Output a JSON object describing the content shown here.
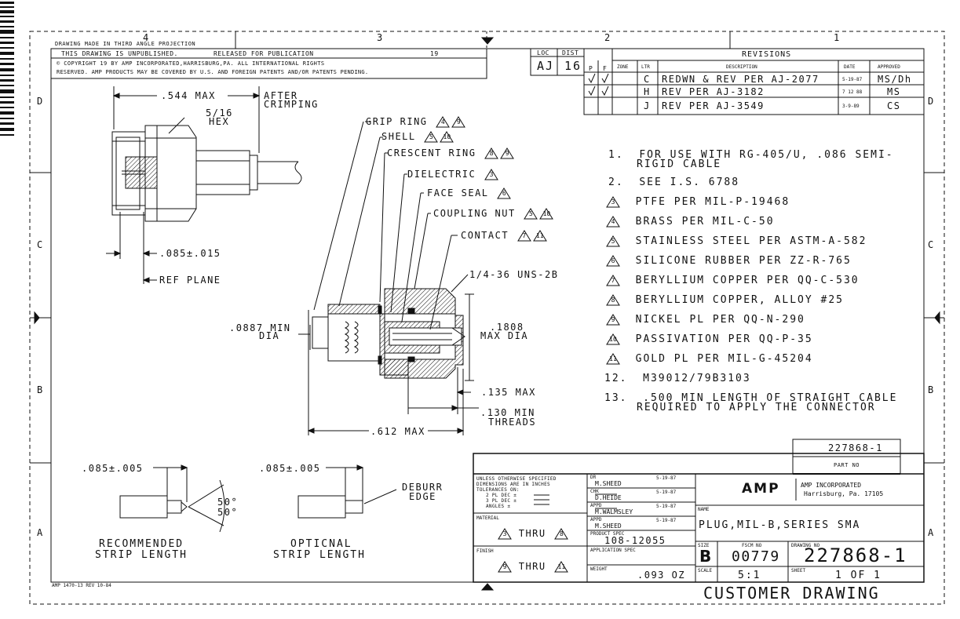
{
  "border": {
    "zones_top": [
      "4",
      "3",
      "2",
      "1"
    ],
    "zones_side": [
      "D",
      "C",
      "B",
      "A"
    ],
    "projection_note": "DRAWING MADE IN THIRD ANGLE PROJECTION",
    "form_no": "AMP 1470-13 REV 10-84"
  },
  "header": {
    "unpublished": "THIS DRAWING IS UNPUBLISHED.",
    "released": "RELEASED FOR PUBLICATION",
    "year_suffix": "19",
    "copyright_line1": "© COPYRIGHT 19      BY  AMP  INCORPORATED,HARRISBURG,PA.  ALL  INTERNATIONAL RIGHTS",
    "copyright_line2": "RESERVED. AMP PRODUCTS MAY BE COVERED BY  U.S. AND FOREIGN PATENTS AND/OR PATENTS PENDING."
  },
  "loc_dist": {
    "loc_label": "LOC",
    "loc": "AJ",
    "dist_label": "DIST",
    "dist": "16",
    "p": "P",
    "f": "F"
  },
  "revisions": {
    "title": "REVISIONS",
    "headers": [
      "ZONE",
      "LTR",
      "DESCRIPTION",
      "DATE",
      "APPROVED"
    ],
    "rows": [
      {
        "ltr": "C",
        "desc": "REDWN & REV PER AJ-2077",
        "date": "5-19-87",
        "appr": "MS/Dh"
      },
      {
        "ltr": "H",
        "desc": "REV PER AJ-3182",
        "date": "7 12 88",
        "appr": "MS"
      },
      {
        "ltr": "J",
        "desc": "REV PER AJ-3549",
        "date": "3-9-89",
        "appr": "CS"
      }
    ]
  },
  "callouts": {
    "max544": ".544 MAX",
    "after_crimping_1": "AFTER",
    "after_crimping_2": "CRIMPING",
    "hex_1": "5/16",
    "hex_2": "HEX",
    "dim085": ".085±.015",
    "ref_plane": "REF PLANE",
    "grip_ring": "GRIP RING",
    "shell": "SHELL",
    "crescent": "CRESCENT RING",
    "dielectric": "DIELECTRIC",
    "face_seal": "FACE SEAL",
    "coupling_nut": "COUPLING NUT",
    "contact": "CONTACT",
    "thread": "1/4-36 UNS-2B",
    "min_dia_1": ".0887 MIN",
    "min_dia_2": "DIA",
    "max_dia_1": ".1808",
    "max_dia_2": "MAX DIA",
    "max135": ".135 MAX",
    "min130_1": ".130 MIN",
    "min130_2": "THREADS",
    "max612": ".612 MAX",
    "strip1": ".085±.005",
    "strip2": ".085±.005",
    "deburr_1": "DEBURR",
    "deburr_2": "EDGE",
    "angle1": "50°",
    "angle2": "50°",
    "rec_1": "RECOMMENDED",
    "rec_2": "STRIP LENGTH",
    "opt_1": "OPTICNAL",
    "opt_2": "STRIP LENGTH"
  },
  "notes": [
    {
      "num": "1.",
      "flag": "",
      "text": "FOR USE WITH RG-405/U, .086 SEMI-",
      "text2": "RIGID CABLE"
    },
    {
      "num": "2.",
      "flag": "",
      "text": "SEE I.S. 6788",
      "text2": ""
    },
    {
      "num": "",
      "flag": "3",
      "text": "PTFE PER MIL-P-19468",
      "text2": ""
    },
    {
      "num": "",
      "flag": "4",
      "text": "BRASS PER MIL-C-50",
      "text2": ""
    },
    {
      "num": "",
      "flag": "5",
      "text": "STAINLESS STEEL PER ASTM-A-582",
      "text2": ""
    },
    {
      "num": "",
      "flag": "6",
      "text": "SILICONE RUBBER PER ZZ-R-765",
      "text2": ""
    },
    {
      "num": "",
      "flag": "7",
      "text": "BERYLLIUM COPPER PER QQ-C-530",
      "text2": ""
    },
    {
      "num": "",
      "flag": "8",
      "text": "BERYLLIUM COPPER, ALLOY #25",
      "text2": ""
    },
    {
      "num": "",
      "flag": "9",
      "text": "NICKEL PL PER QQ-N-290",
      "text2": ""
    },
    {
      "num": "",
      "flag": "10",
      "text": "PASSIVATION PER QQ-P-35",
      "text2": ""
    },
    {
      "num": "",
      "flag": "11",
      "text": "GOLD PL PER MIL-G-45204",
      "text2": ""
    },
    {
      "num": "12.",
      "flag": "",
      "text": "M39012/79B3103",
      "text2": ""
    },
    {
      "num": "13.",
      "flag": "",
      "text": ".500 MIN LENGTH OF STRAIGHT CABLE",
      "text2": "REQUIRED TO APPLY THE CONNECTOR"
    }
  ],
  "part_no": {
    "value": "227868-1",
    "label": "PART NO"
  },
  "title_block": {
    "tolerance_1": "UNLESS OTHERWISE SPECIFIED",
    "tolerance_2": "DIMENSIONS ARE IN INCHES",
    "tolerance_3": "TOLERANCES ON:",
    "tolerance_4": "2 PL DEC ±",
    "tolerance_5": "3 PL DEC ±",
    "tolerance_6": "ANGLES  ±",
    "material_label": "MATERIAL",
    "material_from": "3",
    "material_thru": "THRU",
    "material_to": "8",
    "finish_label": "FINISH",
    "finish_from": "9",
    "finish_thru": "THRU",
    "finish_to": "11",
    "dr_label": "DR",
    "dr_name": "M.SHEED",
    "dr_date": "5-19-87",
    "chk_label": "CHK",
    "chk_name": "D.HEIDE",
    "chk_date": "5-19-87",
    "appd_label": "APPD",
    "appd_name": "M.WALMSLEY",
    "appd_date": "5-19-87",
    "appd2_label": "APPD",
    "appd2_name": "M.SHEED",
    "appd2_date": "5-19-87",
    "prod_spec_label": "PRODUCT SPEC",
    "prod_spec": "108-12055",
    "app_spec_label": "APPLICATION SPEC",
    "weight_label": "WEIGHT",
    "weight": ".093 OZ",
    "company_logo": "AMP",
    "company_1": "AMP INCORPORATED",
    "company_2": "Harrisburg, Pa. 17105",
    "name_label": "NAME",
    "name": "PLUG,MIL-B,SERIES SMA",
    "size_label": "SIZE",
    "size": "B",
    "fscm_label": "FSCM NO",
    "fscm": "00779",
    "dwg_label": "DRAWING NO",
    "dwg": "227868-1",
    "scale_label": "SCALE",
    "scale": "5:1",
    "sheet_label": "SHEET",
    "sheet": "1 OF 1"
  },
  "footer": "CUSTOMER DRAWING"
}
